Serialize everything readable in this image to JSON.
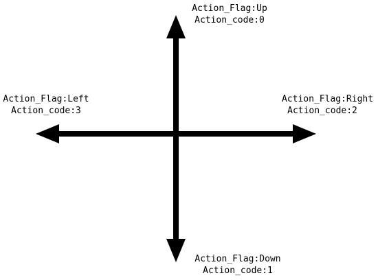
{
  "directions": {
    "up": {
      "flag": "Action_Flag:Up",
      "code": "Action_code:0"
    },
    "down": {
      "flag": "Action_Flag:Down",
      "code": "Action_code:1"
    },
    "right": {
      "flag": "Action_Flag:Right",
      "code": "Action_code:2"
    },
    "left": {
      "flag": "Action_Flag:Left",
      "code": "Action_code:3"
    }
  },
  "colors": {
    "stroke": "#000000",
    "background": "#ffffff"
  }
}
